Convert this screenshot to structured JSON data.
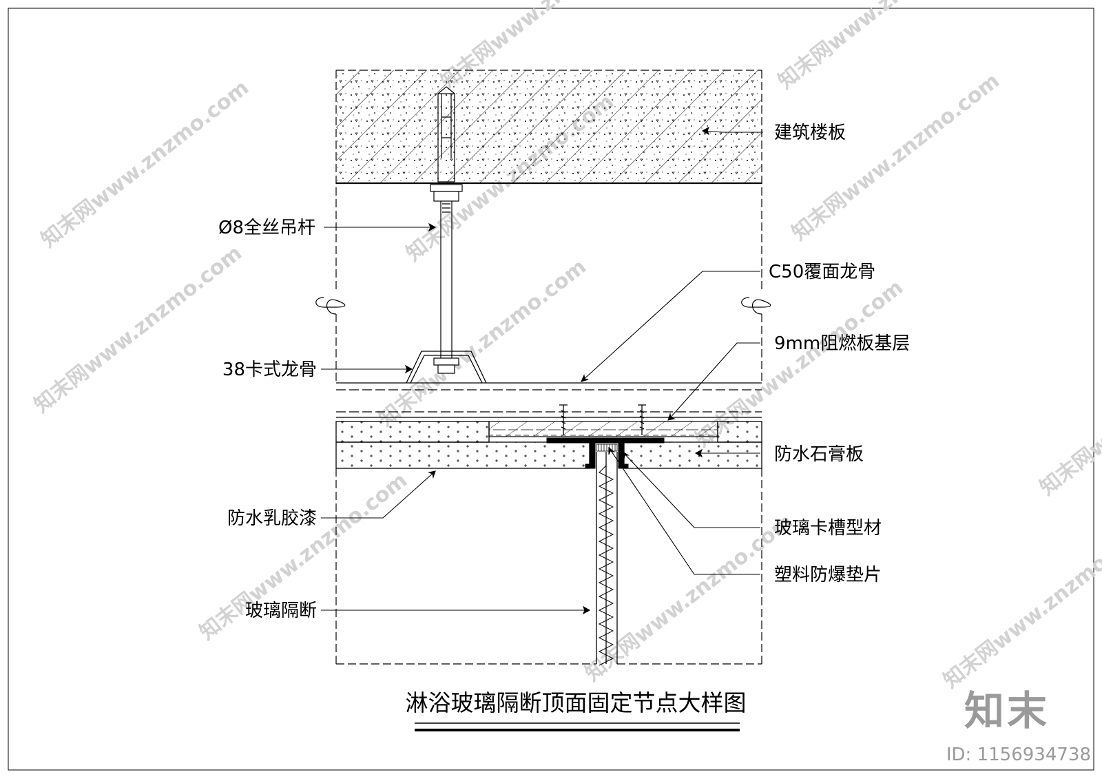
{
  "title": "淋浴玻璃隔断顶面固定节点大样图",
  "labels": {
    "slab": "建筑楼板",
    "rod": "Ø8全丝吊杆",
    "c50": "C50覆面龙骨",
    "board9": "9mm阻燃板基层",
    "keel38": "38卡式龙骨",
    "gypsum": "防水石膏板",
    "paint": "防水乳胶漆",
    "channel": "玻璃卡槽型材",
    "gasket": "塑料防爆垫片",
    "glass": "玻璃隔断"
  },
  "brand": {
    "logo": "知末",
    "id_text": "ID: 1156934738",
    "watermark": "知末网www.znzmo.com"
  }
}
